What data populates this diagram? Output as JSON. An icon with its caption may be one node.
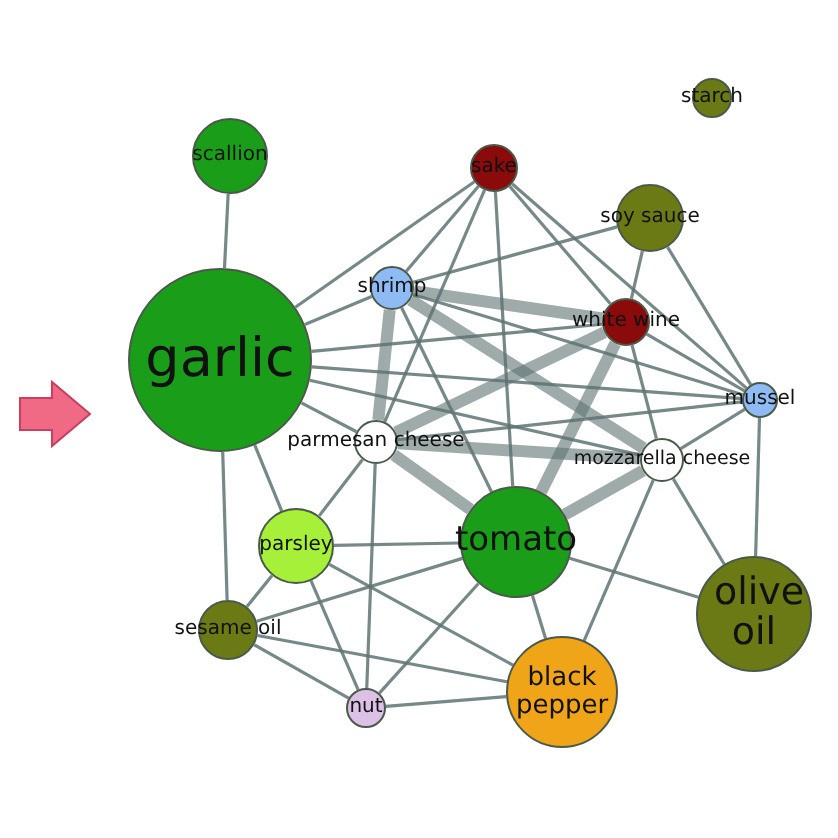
{
  "diagram": {
    "nodes": [
      {
        "text": [
          "garlic"
        ]
      },
      {
        "text": [
          "scallion"
        ]
      },
      {
        "text": [
          "sake"
        ]
      },
      {
        "text": [
          "starch"
        ]
      },
      {
        "text": [
          "soy sauce"
        ]
      },
      {
        "text": [
          "shrimp"
        ]
      },
      {
        "text": [
          "white wine"
        ]
      },
      {
        "text": [
          "mussel"
        ]
      },
      {
        "text": [
          "parmesan cheese"
        ]
      },
      {
        "text": [
          "mozzarella cheese"
        ]
      },
      {
        "text": [
          "parsley"
        ]
      },
      {
        "text": [
          "tomato"
        ]
      },
      {
        "text": [
          "sesame oil"
        ]
      },
      {
        "text": [
          "olive oil"
        ]
      },
      {
        "text": [
          "nut"
        ]
      },
      {
        "text": [
          "black pepper"
        ]
      }
    ],
    "edges": [
      {
        "from": 0,
        "to": 1,
        "arrow": "none"
      },
      {
        "from": 0,
        "to": 12,
        "arrow": "none"
      },
      {
        "from": 0,
        "to": 5,
        "arrow": "none"
      },
      {
        "from": 0,
        "to": 2,
        "arrow": "none"
      },
      {
        "from": 0,
        "to": 8,
        "arrow": "none"
      },
      {
        "from": 0,
        "to": 9,
        "arrow": "none"
      },
      {
        "from": 0,
        "to": 7,
        "arrow": "none"
      },
      {
        "from": 0,
        "to": 10,
        "arrow": "none"
      },
      {
        "from": 0,
        "to": 6,
        "arrow": "none"
      },
      {
        "from": 2,
        "to": 5,
        "arrow": "none"
      },
      {
        "from": 2,
        "to": 6,
        "arrow": "none"
      },
      {
        "from": 2,
        "to": 8,
        "arrow": "none"
      },
      {
        "from": 2,
        "to": 11,
        "arrow": "none"
      },
      {
        "from": 2,
        "to": 7,
        "arrow": "none"
      },
      {
        "from": 4,
        "to": 5,
        "arrow": "none"
      },
      {
        "from": 4,
        "to": 6,
        "arrow": "none"
      },
      {
        "from": 4,
        "to": 7,
        "arrow": "none"
      },
      {
        "from": 5,
        "to": 6,
        "arrow": "none",
        "style": "thick"
      },
      {
        "from": 5,
        "to": 8,
        "arrow": "none",
        "style": "thick"
      },
      {
        "from": 5,
        "to": 9,
        "arrow": "none",
        "style": "thick"
      },
      {
        "from": 5,
        "to": 11,
        "arrow": "none"
      },
      {
        "from": 5,
        "to": 7,
        "arrow": "none"
      },
      {
        "from": 6,
        "to": 8,
        "arrow": "none",
        "style": "thick"
      },
      {
        "from": 6,
        "to": 9,
        "arrow": "none"
      },
      {
        "from": 6,
        "to": 11,
        "arrow": "none",
        "style": "thick"
      },
      {
        "from": 6,
        "to": 7,
        "arrow": "none"
      },
      {
        "from": 8,
        "to": 9,
        "arrow": "none",
        "style": "thick"
      },
      {
        "from": 8,
        "to": 11,
        "arrow": "none",
        "style": "thick"
      },
      {
        "from": 8,
        "to": 10,
        "arrow": "none"
      },
      {
        "from": 8,
        "to": 14,
        "arrow": "none"
      },
      {
        "from": 8,
        "to": 7,
        "arrow": "none"
      },
      {
        "from": 9,
        "to": 11,
        "arrow": "none",
        "style": "thick"
      },
      {
        "from": 9,
        "to": 15,
        "arrow": "none"
      },
      {
        "from": 9,
        "to": 13,
        "arrow": "none"
      },
      {
        "from": 9,
        "to": 7,
        "arrow": "none"
      },
      {
        "from": 7,
        "to": 13,
        "arrow": "none"
      },
      {
        "from": 10,
        "to": 11,
        "arrow": "none"
      },
      {
        "from": 10,
        "to": 12,
        "arrow": "none"
      },
      {
        "from": 10,
        "to": 14,
        "arrow": "none"
      },
      {
        "from": 10,
        "to": 15,
        "arrow": "none"
      },
      {
        "from": 11,
        "to": 15,
        "arrow": "none"
      },
      {
        "from": 11,
        "to": 13,
        "arrow": "none"
      },
      {
        "from": 11,
        "to": 12,
        "arrow": "none"
      },
      {
        "from": 11,
        "to": 14,
        "arrow": "none"
      },
      {
        "from": 12,
        "to": 14,
        "arrow": "none"
      },
      {
        "from": 12,
        "to": 15,
        "arrow": "none"
      },
      {
        "from": 14,
        "to": 15,
        "arrow": "none"
      }
    ]
  }
}
